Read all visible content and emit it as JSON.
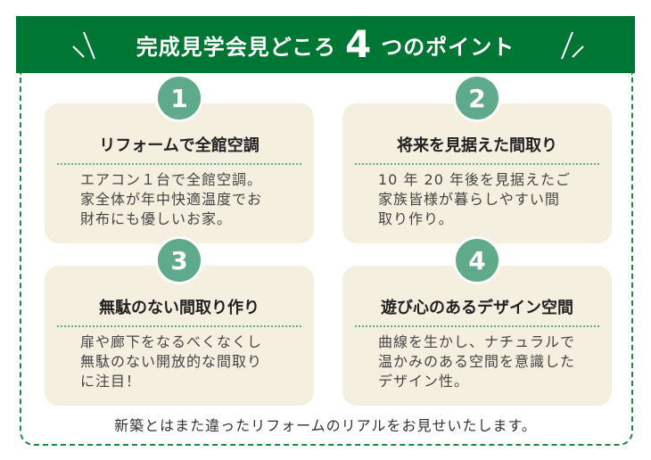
{
  "header": {
    "title_pre": "完成見学会見どころ",
    "number": "4",
    "title_post": "つのポイント"
  },
  "points": [
    {
      "number": "1",
      "title": "リフォームで全館空調",
      "lines": [
        "エアコン１台で全館空調。",
        "家全体が年中快適温度でお",
        "財布にも優しいお家。"
      ]
    },
    {
      "number": "2",
      "title": "将来を見据えた間取り",
      "lines": [
        "10 年 20 年後を見据えたご",
        "家族皆様が暮らしやすい間",
        "取り作り。"
      ]
    },
    {
      "number": "3",
      "title": "無駄のない間取り作り",
      "lines": [
        "扉や廊下をなるべくなくし",
        "無駄のない開放的な間取り",
        "に注目！"
      ]
    },
    {
      "number": "4",
      "title": "遊び心のあるデザイン空間",
      "lines": [
        "曲線を生かし、ナチュラルで",
        "温かみのある空間を意識した",
        "デザイン性。"
      ]
    }
  ],
  "footer": "新築とはまた違ったリフォームのリアルをお見せいたします。",
  "colors": {
    "green": "#007634",
    "accent": "#5faa8a",
    "card": "#f5efe0"
  }
}
